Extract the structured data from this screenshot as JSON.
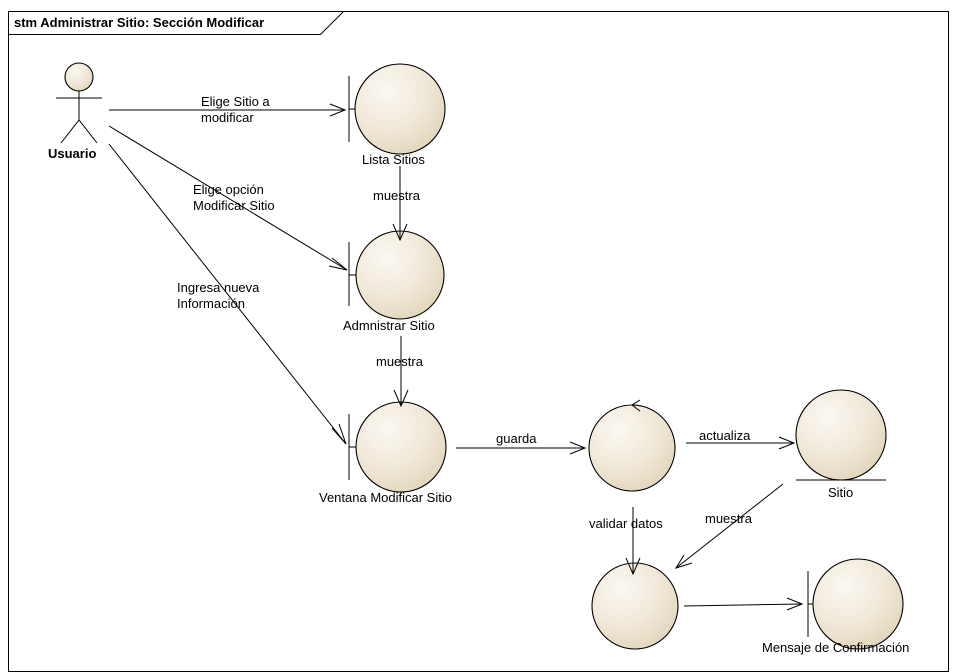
{
  "diagram": {
    "frame_title": "stm Administrar Sitio: Sección Modificar",
    "actor": {
      "name": "Usuario"
    },
    "nodes": {
      "lista_sitios": "Lista Sitios",
      "administrar_sitio": "Admnistrar Sitio",
      "ventana_modificar": "Ventana Modificar Sitio",
      "sitio": "Sitio",
      "mensaje": "Mensaje de Confirmación"
    },
    "edges": {
      "elige_sitio_1": "Elige Sitio a",
      "elige_sitio_2": "modificar",
      "elige_opcion_1": "Elige opción",
      "elige_opcion_2": "Modificar Sitio",
      "ingresa_1": "Ingresa nueva",
      "ingresa_2": "Información",
      "muestra_1": "muestra",
      "muestra_2": "muestra",
      "guarda": "guarda",
      "actualiza": "actualiza",
      "validar": "validar datos",
      "muestra_3": "muestra"
    }
  }
}
